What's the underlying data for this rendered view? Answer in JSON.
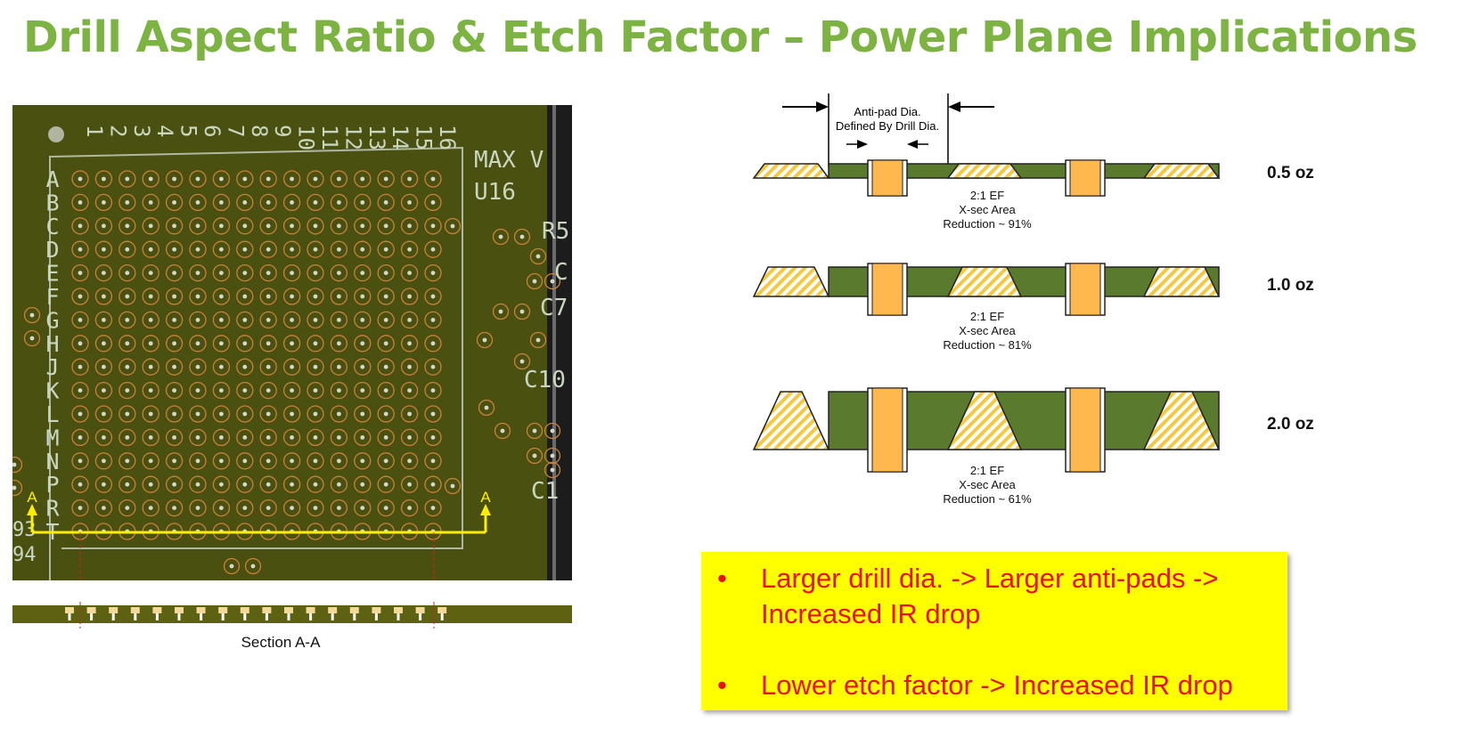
{
  "title": "Drill Aspect Ratio & Etch Factor – Power Plane Implications",
  "pcb": {
    "col_labels": [
      "1",
      "2",
      "3",
      "4",
      "5",
      "6",
      "7",
      "8",
      "9",
      "10",
      "11",
      "12",
      "13",
      "14",
      "15",
      "16"
    ],
    "row_labels": [
      "A",
      "B",
      "C",
      "D",
      "E",
      "F",
      "G",
      "H",
      "J",
      "K",
      "L",
      "M",
      "N",
      "P",
      "R",
      "T"
    ],
    "ref_labels": [
      "MAX V",
      "U16",
      "R5",
      "C7",
      "C10",
      "C1",
      "C",
      "94",
      "93"
    ],
    "section_marker": "A",
    "colors": {
      "board": "#4a5010",
      "pad_ring": "#c9823a",
      "silk": "#c9d6c0",
      "marker": "#ffee00"
    }
  },
  "section_label": "Section A-A",
  "xsec": {
    "anti_pad_label_1": "Anti-pad Dia.",
    "anti_pad_label_2": "Defined By Drill Dia.",
    "rows": [
      {
        "weight": "0.5 oz",
        "ef": "2:1 EF",
        "area": "X-sec Area",
        "reduction": "Reduction ~ 91%"
      },
      {
        "weight": "1.0 oz",
        "ef": "2:1 EF",
        "area": "X-sec Area",
        "reduction": "Reduction ~ 81%"
      },
      {
        "weight": "2.0 oz",
        "ef": "2:1 EF",
        "area": "X-sec Area",
        "reduction": "Reduction ~ 61%"
      }
    ],
    "colors": {
      "copper": "#5a7a2e",
      "via": "#ffb84d",
      "antipad_hatch": "#f5c842"
    }
  },
  "callout": {
    "bullet_1": "Larger drill dia. -> Larger anti-pads -> Increased IR drop",
    "bullet_2": "Lower etch factor -> Increased IR drop",
    "bullet_symbol": "•",
    "bg": "#ffff00",
    "text_color": "#e8101a"
  }
}
